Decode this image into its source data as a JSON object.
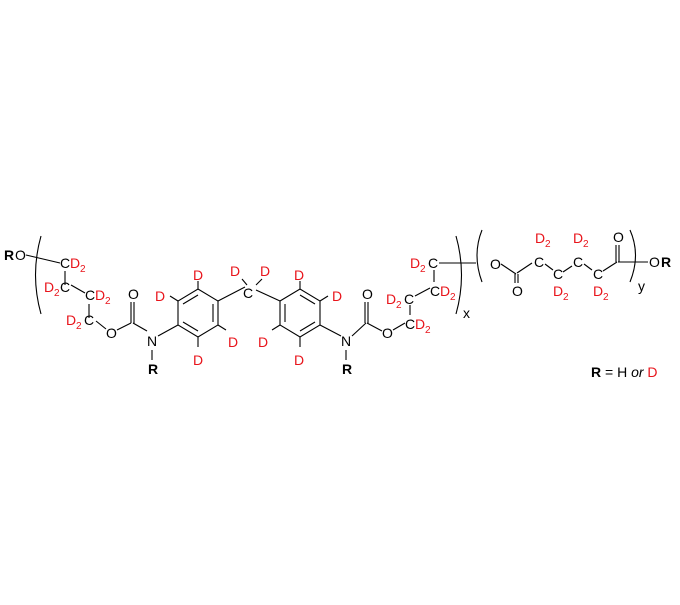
{
  "diagram": {
    "type": "chemical-structure",
    "description": "Deuterated polyurethane-polyester block copolymer repeat unit",
    "colors": {
      "bond": "#000000",
      "deuterium": "#e8141b",
      "background": "#ffffff"
    },
    "end_groups": {
      "left": "RO",
      "right": "OR",
      "R_label": "R"
    },
    "labels": {
      "O": "O",
      "N": "N",
      "C": "C",
      "D": "D",
      "D2": "D",
      "sub2": "2",
      "R": "R"
    },
    "segments": [
      {
        "id": "butanediol-left",
        "atoms": [
          "CD2",
          "CD2",
          "CD2",
          "CD2"
        ]
      },
      {
        "id": "carbamate-left",
        "atoms": [
          "O",
          "C(=O)",
          "N-R"
        ]
      },
      {
        "id": "mdi-core",
        "atoms": [
          "C6D4",
          "CD2",
          "C6D4"
        ]
      },
      {
        "id": "carbamate-right",
        "atoms": [
          "N-R",
          "C(=O)",
          "O"
        ]
      },
      {
        "id": "butanediol-right",
        "atoms": [
          "CD2",
          "CD2",
          "CD2",
          "CD2"
        ]
      },
      {
        "id": "adipate",
        "atoms": [
          "O",
          "C(=O)",
          "CD2",
          "CD2",
          "CD2",
          "CD2",
          "C(=O)"
        ]
      }
    ],
    "repeat_subscripts": {
      "x": "x",
      "y": "y"
    },
    "legend": {
      "R_bold": "R",
      "equals": " = H ",
      "or": "or",
      "D": " D"
    }
  }
}
